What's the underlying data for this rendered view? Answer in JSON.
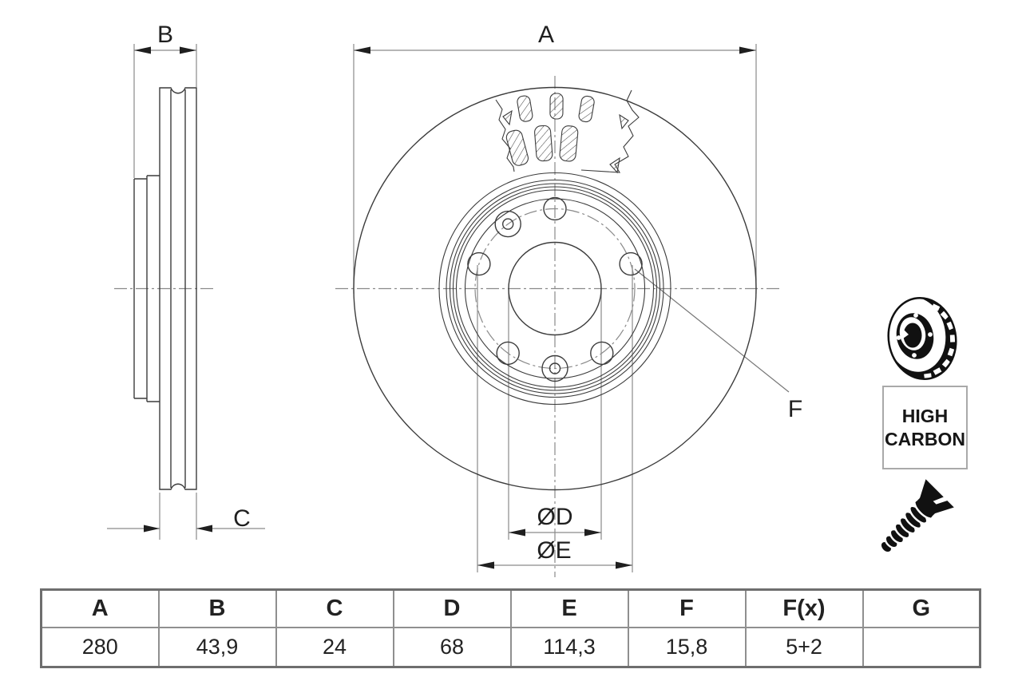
{
  "drawing": {
    "dim_labels": {
      "a": "A",
      "b": "B",
      "c": "C",
      "d": "ØD",
      "e": "ØE",
      "f": "F"
    },
    "badge": {
      "line1": "HIGH",
      "line2": "CARBON"
    }
  },
  "table": {
    "headers": [
      "A",
      "B",
      "C",
      "D",
      "E",
      "F",
      "F(x)",
      "G"
    ],
    "values": [
      "280",
      "43,9",
      "24",
      "68",
      "114,3",
      "15,8",
      "5+2",
      ""
    ]
  },
  "colors": {
    "object_line": "#3c3c3c",
    "dim_line": "#8a8a8a",
    "label_text": "#1f1f1f",
    "icon_black": "#111111",
    "table_border": "#8f8f8f",
    "background": "#ffffff"
  }
}
